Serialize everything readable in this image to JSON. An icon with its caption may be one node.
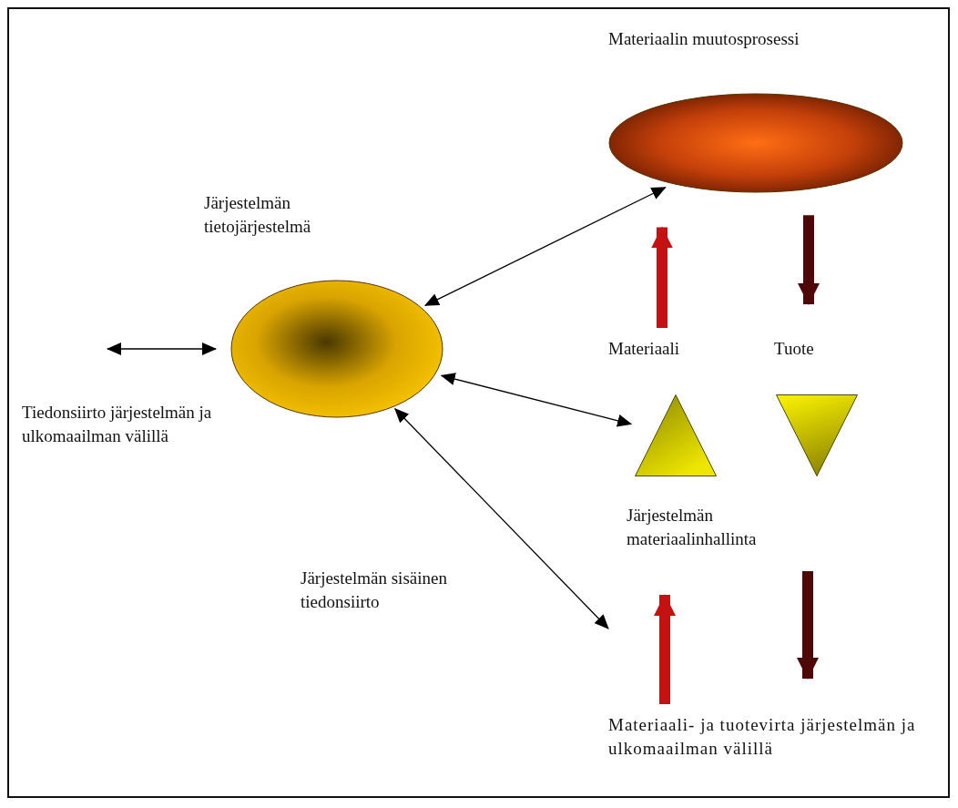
{
  "diagram": {
    "nodes": [
      {
        "text": [],
        "shape": "circle",
        "beside": [
          "Järjestelmän tietojärjestelmä"
        ]
      },
      {
        "text": [],
        "shape": "circle",
        "beside": [
          "Materiaalin muutosprosessi"
        ]
      },
      {
        "text": [
          "Materiaali"
        ]
      },
      {
        "text": [
          "Tuote"
        ]
      },
      {
        "text": [],
        "shape": "triangle"
      },
      {
        "text": [],
        "shape": "triangle"
      },
      {
        "text": [
          "Järjestelmän materiaalinhallinta"
        ]
      },
      {
        "text": [
          "Materiaali- ja tuotevirta järjestelmän ja ulkomaailman välillä"
        ]
      }
    ],
    "edges": [
      {
        "from": 0,
        "to": 1,
        "arrow": "both"
      },
      {
        "from": 0,
        "to": 4,
        "arrow": "both"
      },
      {
        "from": 0,
        "to": null,
        "arrow": "both",
        "label": "Järjestelmän sisäinen tiedonsiirto"
      },
      {
        "from": null,
        "to": 0,
        "arrow": "both",
        "label": "Tiedonsiirto järjestelmän ja ulkomaailman välillä"
      },
      {
        "from": 2,
        "to": 1,
        "arrow": "to",
        "style": "thick",
        "color": "#c41212"
      },
      {
        "from": 1,
        "to": 3,
        "arrow": "to",
        "style": "thick",
        "color": "#4e0808"
      },
      {
        "from": 7,
        "to": 6,
        "arrow": "to",
        "style": "thick",
        "color": "#c41212"
      },
      {
        "from": 6,
        "to": 7,
        "arrow": "to",
        "style": "thick",
        "color": "#4e0808"
      }
    ]
  }
}
